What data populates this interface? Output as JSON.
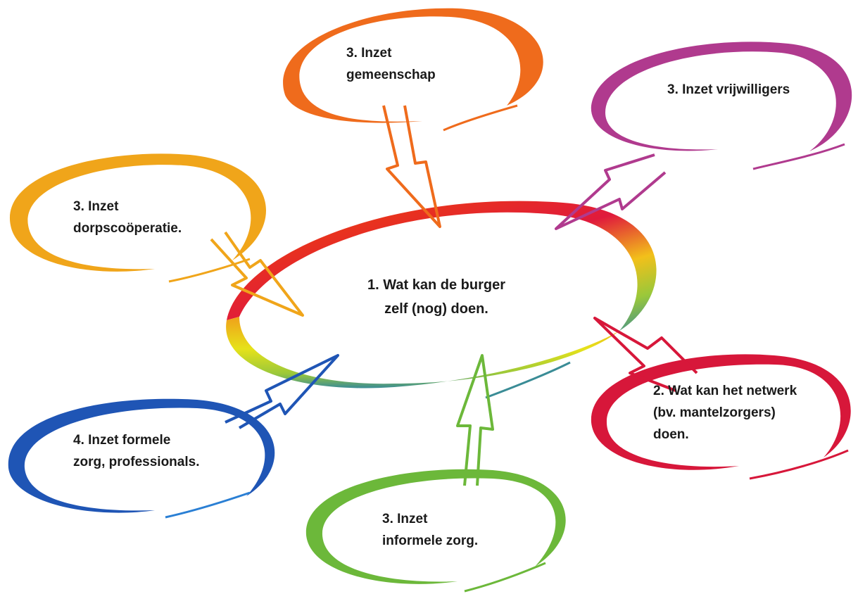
{
  "diagram": {
    "center": {
      "lines": [
        "1. Wat kan de burger",
        "zelf (nog) doen."
      ]
    },
    "nodes": {
      "gemeenschap": {
        "lines": [
          "3. Inzet",
          "gemeenschap"
        ],
        "color": "#ef6b1c"
      },
      "vrijwilligers": {
        "lines": [
          "3. Inzet vrijwilligers"
        ],
        "color": "#b03a8e"
      },
      "dorpscooperatie": {
        "lines": [
          "3. Inzet",
          "dorpscoöperatie."
        ],
        "color": "#f0a51a"
      },
      "netwerk": {
        "lines": [
          "2. Wat kan het netwerk",
          "(bv. mantelzorgers)",
          "doen."
        ],
        "color": "#d7173a"
      },
      "formele_zorg": {
        "lines": [
          "4. Inzet formele",
          "zorg, professionals."
        ],
        "color": "#1f55b5"
      },
      "informele_zorg": {
        "lines": [
          "3. Inzet",
          "informele zorg."
        ],
        "color": "#6cb83a"
      }
    },
    "center_colors": {
      "red": "#e01a3c",
      "orange": "#f07a1a",
      "yellow": "#e6e21a",
      "teal": "#3a8c96"
    }
  }
}
